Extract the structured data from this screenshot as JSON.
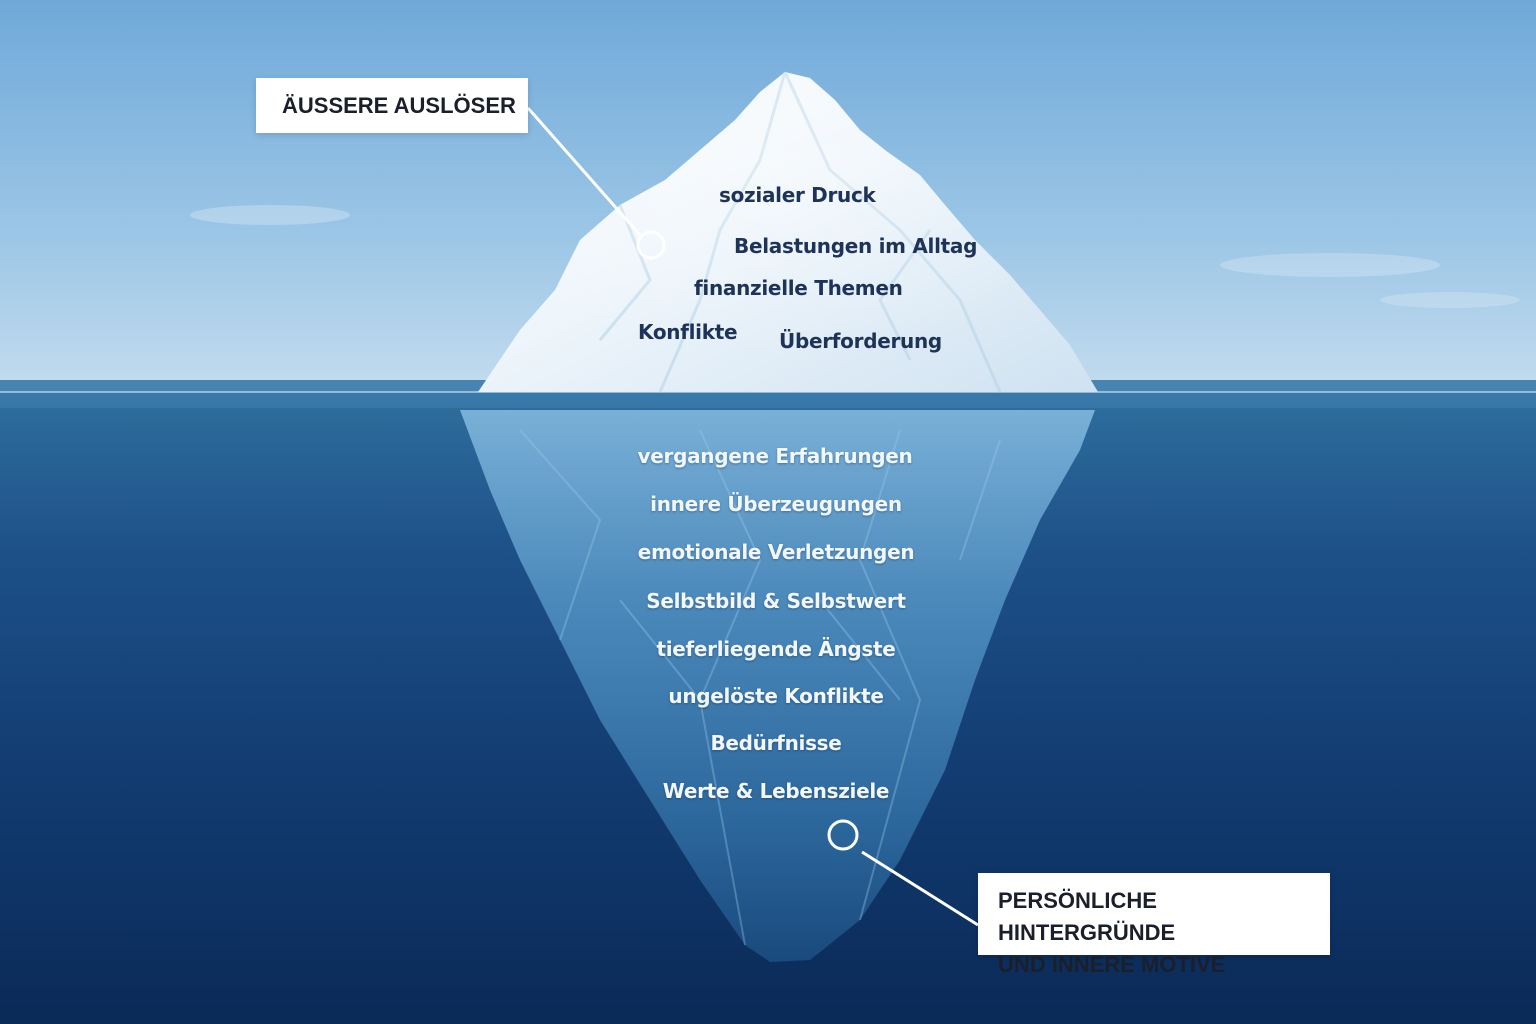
{
  "above_water": {
    "items": [
      "sozialer Druck",
      "Belastungen im Alltag",
      "finanzielle Themen",
      "Konflikte",
      "Überforderung"
    ]
  },
  "below_water": {
    "items": [
      "vergangene Erfahrungen",
      "innere Überzeugungen",
      "emotionale Verletzungen",
      "Selbstbild & Selbstwert",
      "tieferliegende Ängste",
      "ungelöste Konflikte",
      "Bedürfnisse",
      "Werte & Lebensziele"
    ]
  },
  "callouts": {
    "top": "ÄUSSERE AUSLÖSER",
    "bottom_line1": "PERSÖNLICHE HINTERGRÜNDE",
    "bottom_line2": "UND INNERE MOTIVE"
  },
  "colors": {
    "sky_top": "#6fa9d9",
    "sky_horizon": "#c3dcee",
    "water_surface": "#2f6f9e",
    "water_deep": "#0a2a57",
    "ice": "#f3f8fc",
    "ice_underwater": "#6aa6cf",
    "text_dark": "#1e3358",
    "text_light": "#f2f7fc"
  }
}
